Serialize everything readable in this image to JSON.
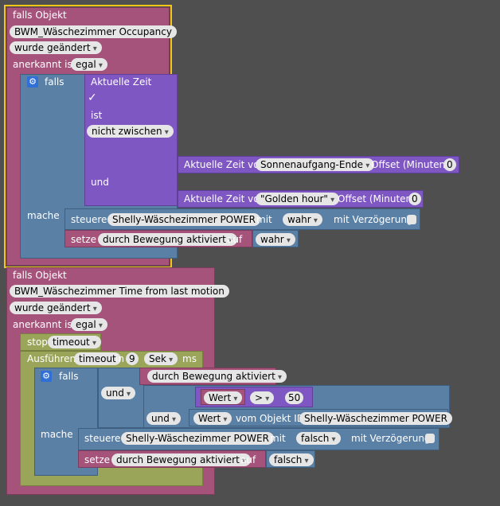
{
  "b1": {
    "falls_objekt": "falls Objekt",
    "object": "BWM_Wäschezimmer Occupancy",
    "changed": "wurde geändert",
    "ack_label": "anerkannt ist",
    "ack_value": "egal",
    "if_block": {
      "falls": "falls",
      "current_time": "Aktuelle Zeit",
      "check": "✓",
      "ist": "ist",
      "not_between": "nicht zwischen",
      "und": "und",
      "time1_label": "Aktuelle Zeit von",
      "time1_value": "Sonnenaufgang-Ende",
      "offset_label": "Offset (Minuten)",
      "offset1": "0",
      "time2_label": "Aktuelle Zeit von",
      "time2_value": "\"Golden hour\"",
      "offset2": "0",
      "mache": "mache",
      "control_label": "steuere",
      "control_target": "Shelly-Wäschezimmer POWER",
      "mit": "mit",
      "control_value": "wahr",
      "delay_label": "mit Verzögerung",
      "set_label": "setze",
      "set_var": "durch Bewegung aktiviert",
      "auf": "auf",
      "set_value": "wahr"
    }
  },
  "b2": {
    "falls_objekt": "falls Objekt",
    "object": "BWM_Wäschezimmer Time from last motion",
    "changed": "wurde geändert",
    "ack_label": "anerkannt ist",
    "ack_value": "egal",
    "stop_label": "stop",
    "stop_value": "timeout",
    "run_label": "Ausführen",
    "run_timer": "timeout",
    "in": "in",
    "delay": "9",
    "unit": "Sek",
    "ms": "ms",
    "if_block": {
      "falls": "falls",
      "und": "und",
      "var": "durch Bewegung aktiviert",
      "wert": "Wert",
      "op": ">",
      "threshold": "50",
      "und2": "und",
      "wert2": "Wert",
      "from_object": "vom Objekt ID",
      "object_id": "Shelly-Wäschezimmer POWER",
      "mache": "mache",
      "control_label": "steuere",
      "control_target": "Shelly-Wäschezimmer POWER",
      "mit": "mit",
      "control_value": "falsch",
      "delay_label": "mit Verzögerung",
      "set_label": "setze",
      "set_var": "durch Bewegung aktiviert",
      "auf": "auf",
      "set_value": "falsch"
    }
  },
  "colors": {
    "trigger": "#a5537a",
    "control": "#5b80a5",
    "logic": "#7e57c2",
    "timer": "#9aa55a",
    "selection": "#f5c518",
    "background": "#4f4f4f"
  },
  "icons": {
    "gear": "⚙"
  }
}
